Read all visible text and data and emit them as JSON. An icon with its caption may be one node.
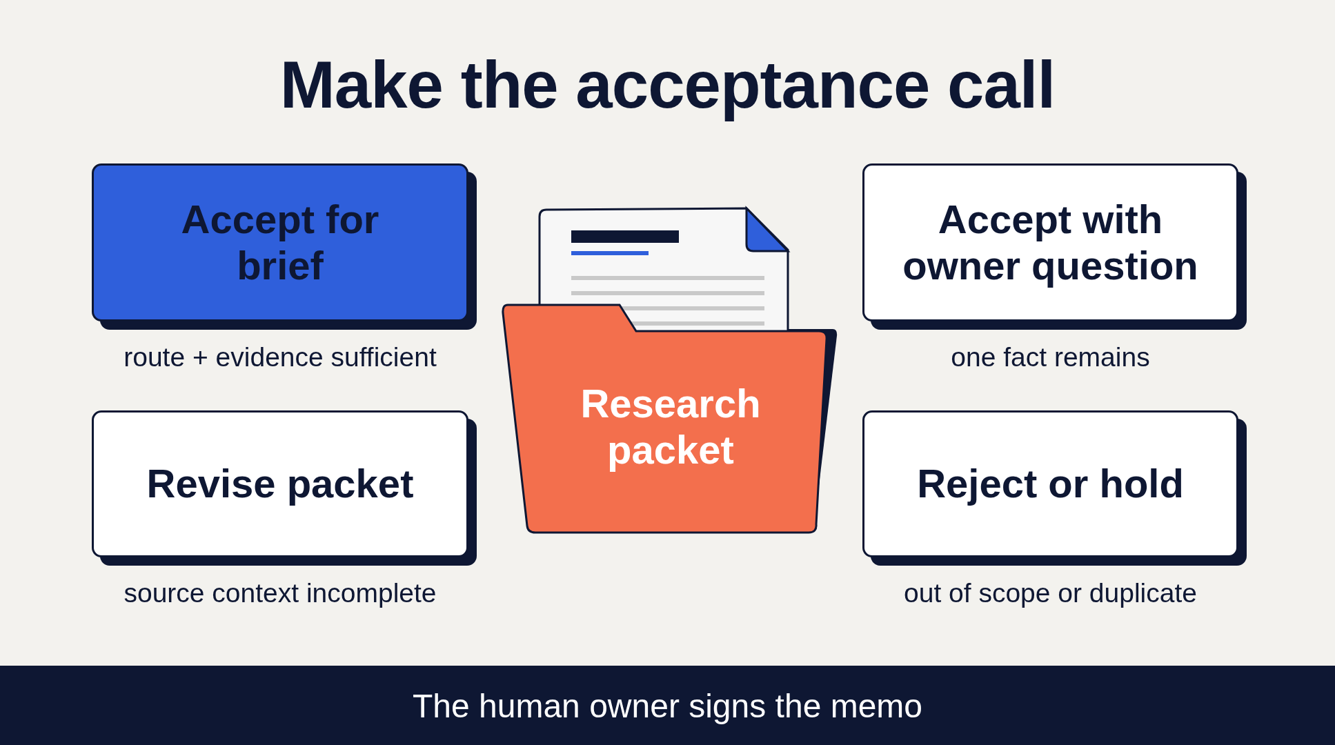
{
  "diagram": {
    "title": "Make the acceptance call",
    "caption": "The human owner signs the memo",
    "nodes": [
      {
        "text": [
          "Accept for brief"
        ],
        "beside": [
          "route + evidence sufficient"
        ]
      },
      {
        "text": [
          "Research packet"
        ]
      },
      {
        "text": [
          "Accept with owner question"
        ],
        "beside": [
          "one fact remains"
        ]
      },
      {
        "text": [
          "Revise packet"
        ],
        "beside": [
          "source context incomplete"
        ]
      },
      {
        "text": [
          "Reject or hold"
        ],
        "beside": [
          "out of scope or duplicate"
        ]
      }
    ]
  }
}
